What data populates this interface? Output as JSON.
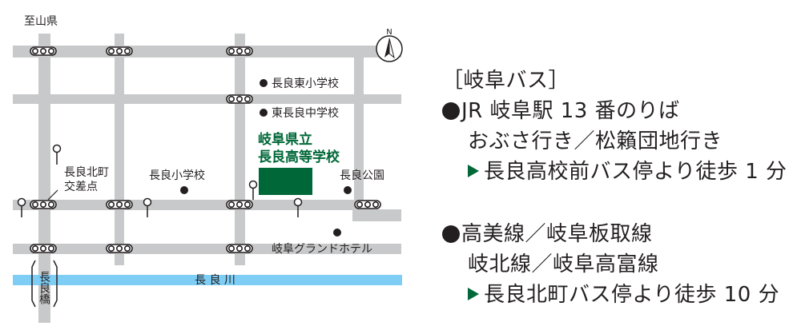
{
  "map": {
    "labels": {
      "to_yama": "至山県",
      "nagara_higashi_elem": "長良東小学校",
      "higashi_nagara_jh": "東長良中学校",
      "school_line1": "岐阜県立",
      "school_line2": "長良高等学校",
      "nagara_elem": "長良小学校",
      "nagara_park": "長良公園",
      "kitamachi_line1": "長良北町",
      "kitamachi_line2": "交差点",
      "grand_hotel": "岐阜グランドホテル",
      "river": "長 良 川",
      "bridge": "長良橋",
      "north": "N"
    },
    "colors": {
      "road": "#c8c9ca",
      "river": "#7ecdf4",
      "school": "#006738",
      "text": "#231f20"
    }
  },
  "bus_info": {
    "heading": "［岐阜バス］",
    "route1": {
      "station": "JR 岐阜駅 13 番のりば",
      "lines": "おぶさ行き／松籟団地行き",
      "walk": "長良高校前バス停より徒歩 1 分"
    },
    "route2": {
      "lines1": "高美線／岐阜板取線",
      "lines2": "岐北線／岐阜高富線",
      "walk": "長良北町バス停より徒歩 10 分"
    }
  }
}
